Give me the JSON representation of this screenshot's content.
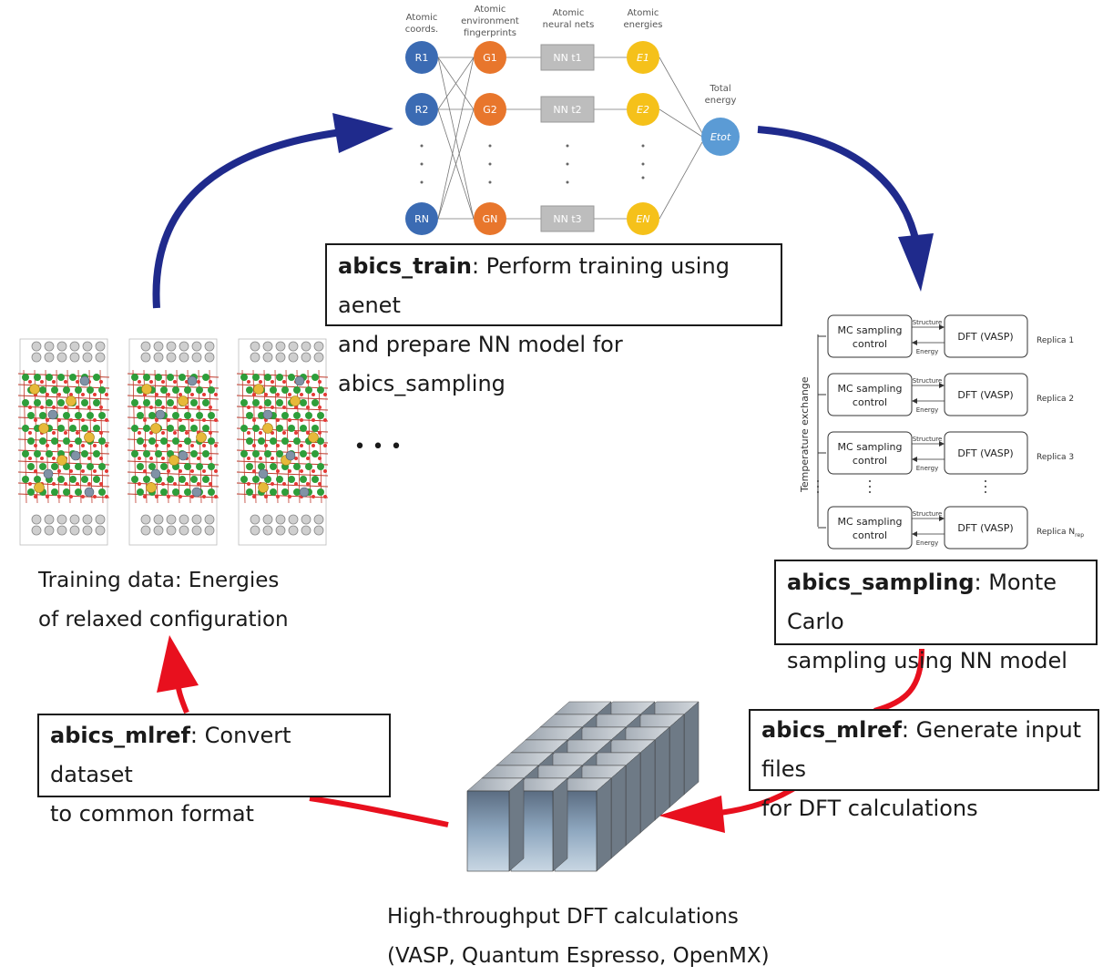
{
  "nn": {
    "headers": [
      "Atomic coords.",
      "Atomic environment fingerprints",
      "Atomic neural nets",
      "Atomic energies"
    ],
    "total_label": "Total energy",
    "r_nodes": [
      "R1",
      "R2",
      "RN"
    ],
    "g_nodes": [
      "G1",
      "G2",
      "GN"
    ],
    "nn_nodes": [
      "NN t1",
      "NN t2",
      "NN t3"
    ],
    "e_nodes": [
      "E1",
      "E2",
      "EN"
    ],
    "total_node": "Etot"
  },
  "train_box": {
    "cmd": "abics_train",
    "text1": ": Perform training using aenet",
    "text2": "and prepare NN model for abics_sampling"
  },
  "sampling_box": {
    "cmd": "abics_sampling",
    "text1": ": Monte Carlo",
    "text2": "sampling using NN model"
  },
  "mlref_right": {
    "cmd": "abics_mlref",
    "text1": ": Generate input files",
    "text2": "for DFT calculations"
  },
  "mlref_left": {
    "cmd": "abics_mlref",
    "text1": ": Convert dataset",
    "text2": "to common format"
  },
  "training_caption": {
    "line1": "Training data: Energies",
    "line2": "of relaxed configuration"
  },
  "dft_caption": {
    "line1": "High-throughput DFT calculations",
    "line2": "(VASP, Quantum Espresso, OpenMX)"
  },
  "replica": {
    "mc_line1": "MC sampling",
    "mc_line2": "control",
    "dft_label": "DFT (VASP)",
    "structure_label": "Structure",
    "energy_label": "Energy",
    "temperature_label": "Temperature exchange",
    "replicas": [
      "Replica 1",
      "Replica 2",
      "Replica 3",
      "Replica N"
    ],
    "replica_sub": "rep"
  },
  "ellipsis": "• • •",
  "colors": {
    "blue_arrow": "#1f2a8c",
    "red_arrow": "#e8101e",
    "r_node": "#3b6bb3",
    "g_node": "#e8762c",
    "nn_node": "#bdbdbd",
    "e_node": "#f5c11a",
    "total_node": "#5b9bd5"
  }
}
